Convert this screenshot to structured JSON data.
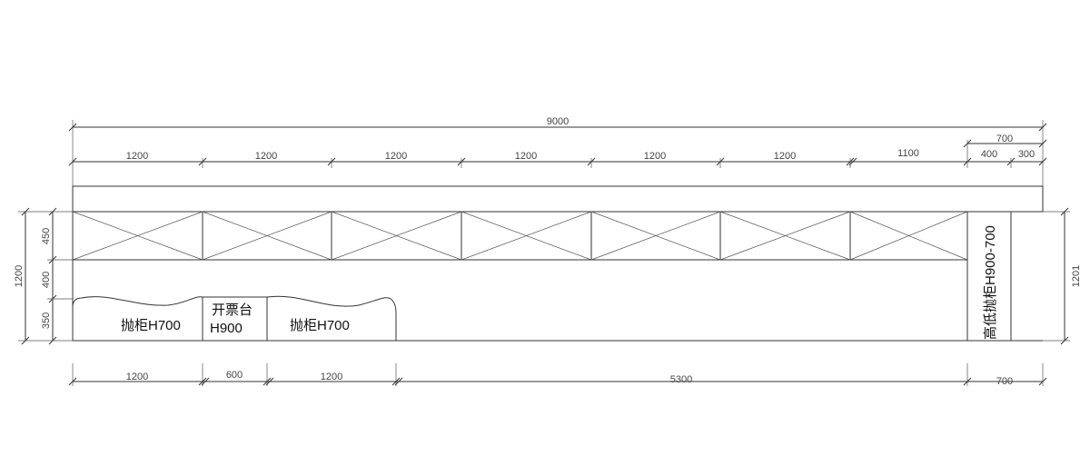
{
  "dimensions": {
    "total_width": "9000",
    "top_segments": [
      "1200",
      "1200",
      "1200",
      "1200",
      "1200",
      "1200",
      "1100"
    ],
    "right_overall": "700",
    "right_segments": [
      "400",
      "300"
    ],
    "left_total": "1200",
    "left_segments": [
      "450",
      "400",
      "350"
    ],
    "right_height": "1201",
    "bottom_segments": [
      "1200",
      "600",
      "1200",
      "5300",
      "700"
    ]
  },
  "labels": {
    "cabinet_left": "抛柜H700",
    "ticket_counter_line1": "开票台",
    "ticket_counter_line2": "H900",
    "cabinet_middle": "抛柜H700",
    "tall_low_cabinet": "高低抛柜H900-700"
  }
}
